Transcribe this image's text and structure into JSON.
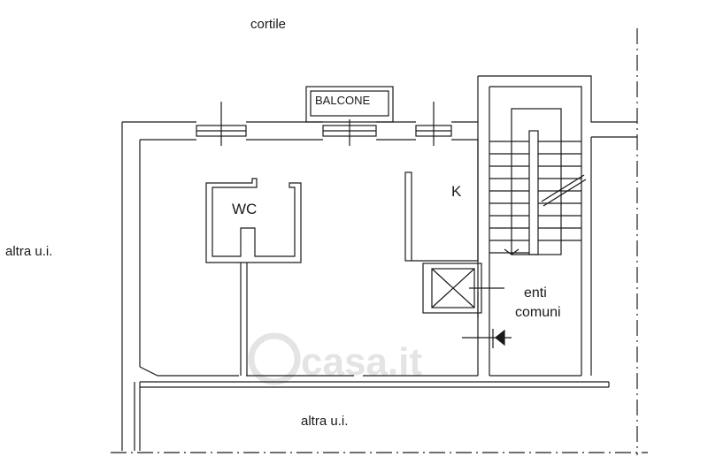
{
  "labels": {
    "courtyard": "cortile",
    "balcony": "BALCONE",
    "wc": "WC",
    "kitchen": "K",
    "common_1": "enti",
    "common_2": "comuni",
    "other_unit_left": "altra u.i.",
    "other_unit_bottom": "altra u.i."
  },
  "watermark": "casa.it",
  "colors": {
    "line": "#1a1a1a",
    "watermark": "#e4e4e4"
  }
}
